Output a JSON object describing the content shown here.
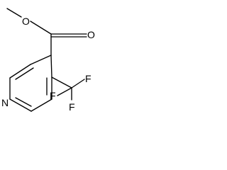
{
  "molecule": {
    "atoms": {
      "ester_oxygen": "O",
      "carbonyl_oxygen": "O",
      "ring_nitrogen": "N",
      "fluorine_top": "F",
      "fluorine_left": "F",
      "fluorine_bottom": "F"
    },
    "colors": {
      "bond": "#000000",
      "text": "#000000",
      "background": "#ffffff"
    }
  }
}
